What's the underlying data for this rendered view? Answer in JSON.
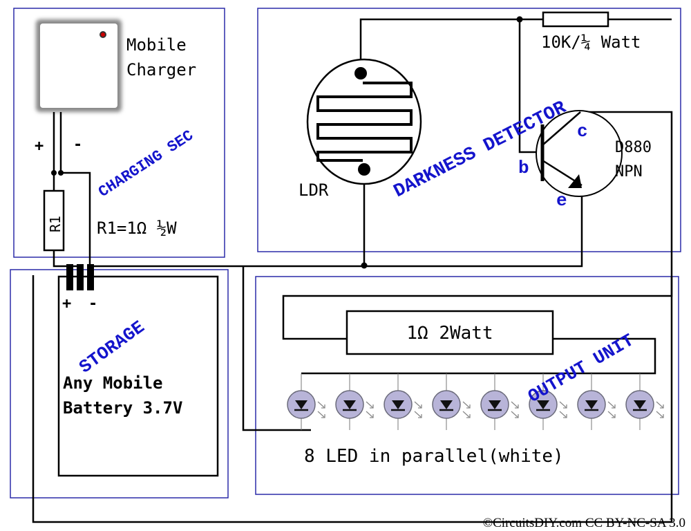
{
  "sections": {
    "charging": {
      "label": "CHARGING SEC"
    },
    "detector": {
      "label": "DARKNESS DETECTOR"
    },
    "storage": {
      "label": "STORAGE"
    },
    "output": {
      "label": "OUTPUT UNIT"
    }
  },
  "charger": {
    "label_line1": "Mobile",
    "label_line2": "Charger",
    "plus": "+",
    "minus": "-"
  },
  "r1": {
    "body_label": "R1",
    "value_label": "R1=1Ω ½W"
  },
  "ldr": {
    "label": "LDR"
  },
  "resistor_10k": {
    "label": "10K/¼ Watt"
  },
  "transistor": {
    "name": "D880",
    "type": "NPN",
    "base": "b",
    "collector": "c",
    "emitter": "e"
  },
  "battery": {
    "plus": "+",
    "minus": "-",
    "line1": "Any Mobile",
    "line2": "Battery 3.7V"
  },
  "output": {
    "resistor_label": "1Ω 2Watt",
    "led_caption": "8 LED in parallel(white)",
    "led_count": 8
  },
  "copyright": "©CircuitsDIY.com CC BY-NC-SA 3.0",
  "colors": {
    "section_border": "#2a2aa8",
    "section_label": "#1414cc",
    "led_fill": "#b8b4d8",
    "charger_led": "#cc0000"
  }
}
